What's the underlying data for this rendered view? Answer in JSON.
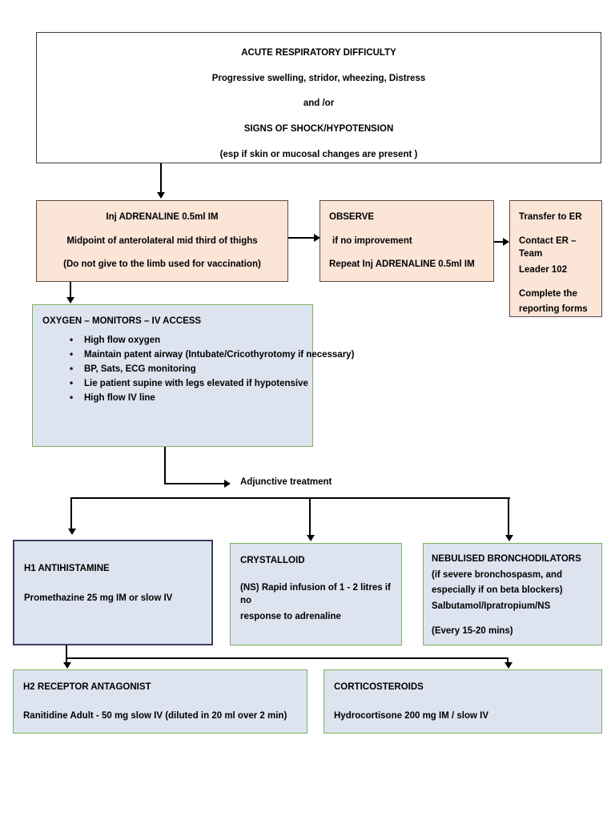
{
  "header_box": {
    "lines": [
      "ACUTE RESPIRATORY DIFFICULTY",
      "Progressive swelling, stridor, wheezing, Distress",
      "and /or",
      "SIGNS OF SHOCK/HYPOTENSION",
      "(esp if skin or mucosal changes are present )"
    ]
  },
  "adrenaline_box": {
    "title": "Inj ADRENALINE 0.5ml   IM",
    "line2": "Midpoint of anterolateral mid third of thighs",
    "line3": "(Do not give to the limb used for vaccination)"
  },
  "observe_box": {
    "title": "OBSERVE",
    "line2": "if no improvement",
    "line3": "Repeat Inj ADRENALINE 0.5ml   IM"
  },
  "transfer_box": {
    "title": "Transfer to ER",
    "line2": "Contact ER – Team",
    "line3": "Leader  102",
    "line4": "Complete the",
    "line5": "reporting forms"
  },
  "oxygen_box": {
    "title": "OXYGEN – MONITORS – IV ACCESS",
    "bullets": [
      "High flow oxygen",
      "Maintain patent airway (Intubate/Cricothyrotomy if necessary)",
      "BP, Sats, ECG monitoring",
      "Lie patient supine with legs elevated if hypotensive",
      "High flow IV line"
    ]
  },
  "adjunctive_label": "Adjunctive treatment",
  "h1_box": {
    "title": "H1 ANTIHISTAMINE",
    "line2": "Promethazine  25 mg IM or slow IV"
  },
  "crystalloid_box": {
    "title": "CRYSTALLOID",
    "line2": "(NS) Rapid infusion of 1 - 2 litres if no",
    "line3": "response to adrenaline"
  },
  "nebulised_box": {
    "title": "NEBULISED BRONCHODILATORS",
    "line2": "(if severe bronchospasm, and",
    "line3": "especially if on beta blockers)",
    "line4": "Salbutamol/Ipratropium/NS",
    "line5": "(Every 15-20 mins)"
  },
  "h2_box": {
    "title": "H2 RECEPTOR ANTAGONIST",
    "line2": "Ranitidine Adult - 50 mg  slow IV (diluted in 20 ml over 2 min)"
  },
  "corticosteroids_box": {
    "title": "CORTICOSTEROIDS",
    "line2": "Hydrocortisone 200 mg IM / slow IV"
  },
  "colors": {
    "peach_fill": "#fae5d7",
    "peach_border": "#5b4a44",
    "blue_fill": "#dde4f0",
    "green_border": "#7cb15c",
    "navy_border": "#3b3f5e",
    "white_fill": "#ffffff",
    "dark_border": "#3b3b3b",
    "connector": "#000000"
  }
}
